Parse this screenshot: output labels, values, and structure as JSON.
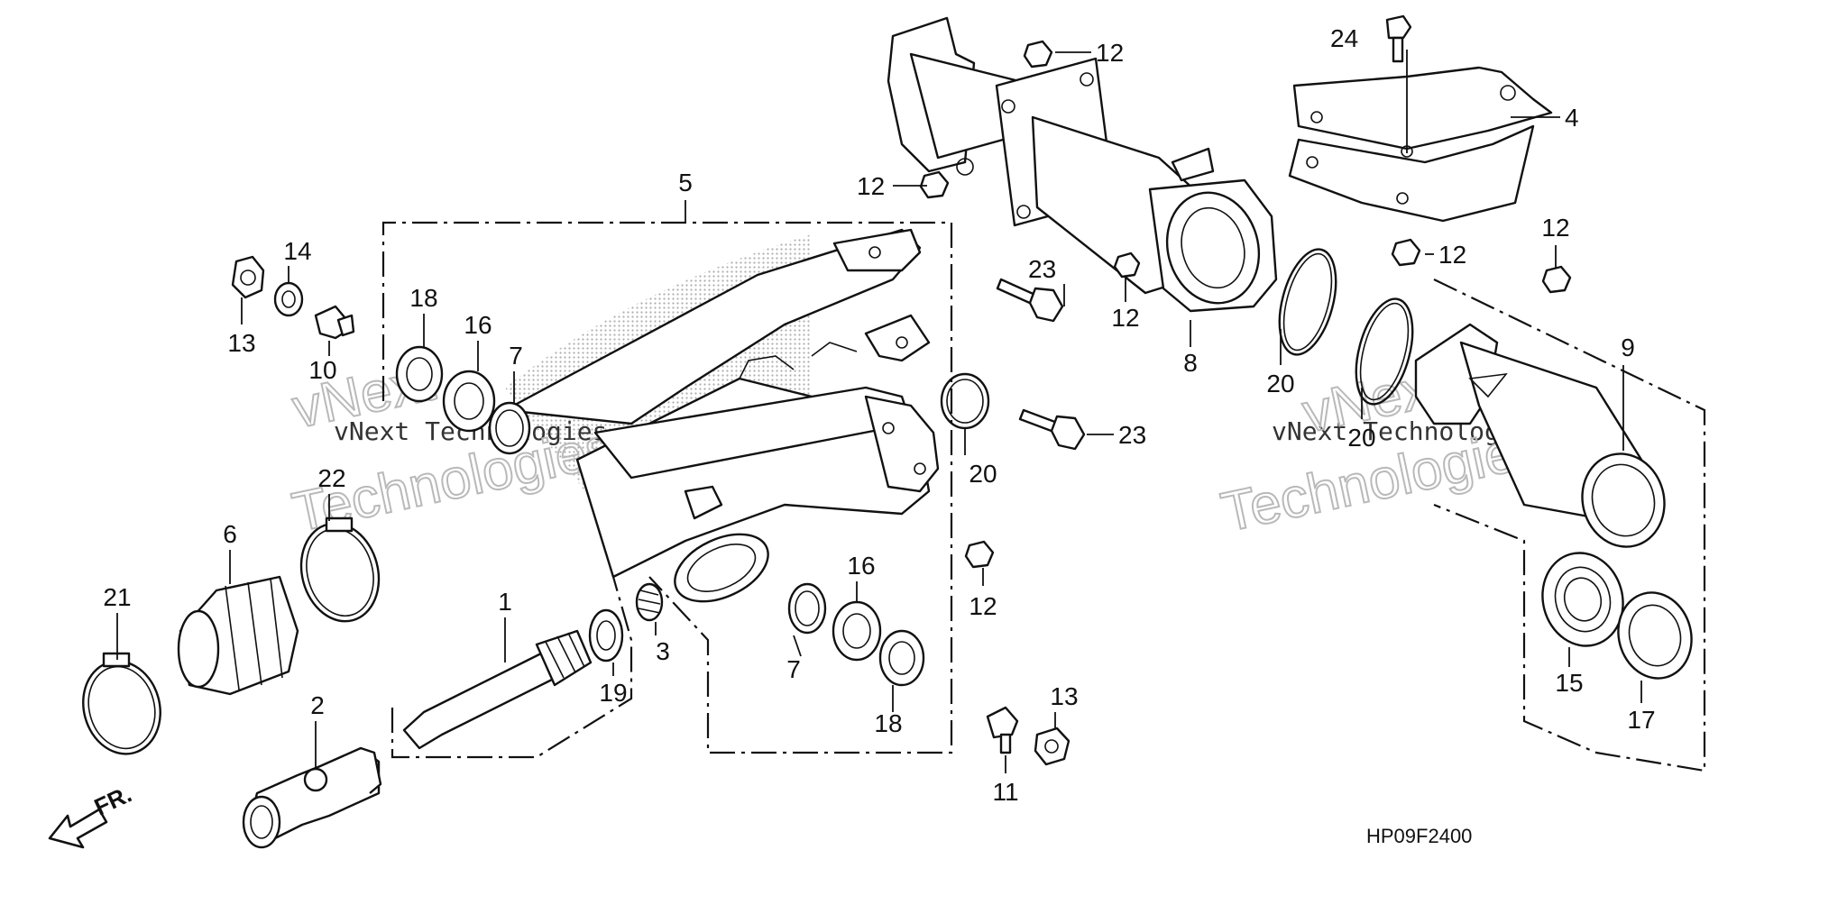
{
  "diagram_code": "HP09F2400",
  "front_indicator": "FR.",
  "watermark": {
    "line1": "vNext Technologies",
    "line2": "vNext",
    "line3": "Technologies"
  },
  "callouts": {
    "c1": "1",
    "c2": "2",
    "c3": "3",
    "c4": "4",
    "c5": "5",
    "c6": "6",
    "c7a": "7",
    "c7b": "7",
    "c8": "8",
    "c9": "9",
    "c10": "10",
    "c11": "11",
    "c12a": "12",
    "c12b": "12",
    "c12c": "12",
    "c12d": "12",
    "c12e": "12",
    "c12f": "12",
    "c13a": "13",
    "c13b": "13",
    "c14": "14",
    "c15": "15",
    "c16a": "16",
    "c16b": "16",
    "c17": "17",
    "c18a": "18",
    "c18b": "18",
    "c19": "19",
    "c20a": "20",
    "c20b": "20",
    "c20c": "20",
    "c21": "21",
    "c22": "22",
    "c23a": "23",
    "c23b": "23",
    "c24": "24"
  }
}
